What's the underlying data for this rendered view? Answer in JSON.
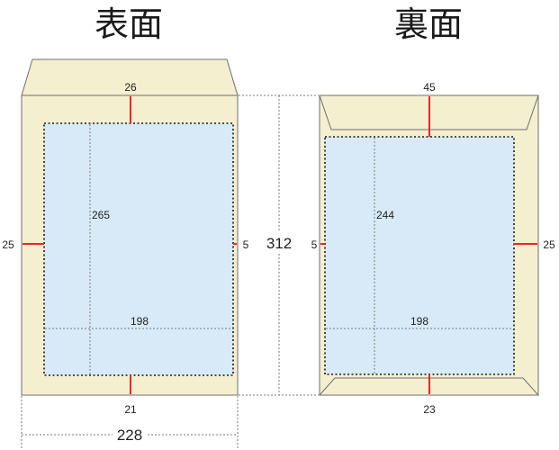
{
  "colors": {
    "envelope": "#f4efcf",
    "envelope_stroke": "#6f6f6f",
    "print_area": "#d8eaf8",
    "marker": "#e8262a",
    "guide": "#7a7a7a"
  },
  "front": {
    "title": "表面",
    "top": "26",
    "left": "25",
    "right": "5",
    "bottom": "21",
    "height": "265",
    "width_inner": "198"
  },
  "back": {
    "title": "裏面",
    "top": "45",
    "left": "5",
    "right": "25",
    "bottom": "23",
    "height": "244",
    "width_inner": "198"
  },
  "overall": {
    "height": "312",
    "width": "228"
  }
}
